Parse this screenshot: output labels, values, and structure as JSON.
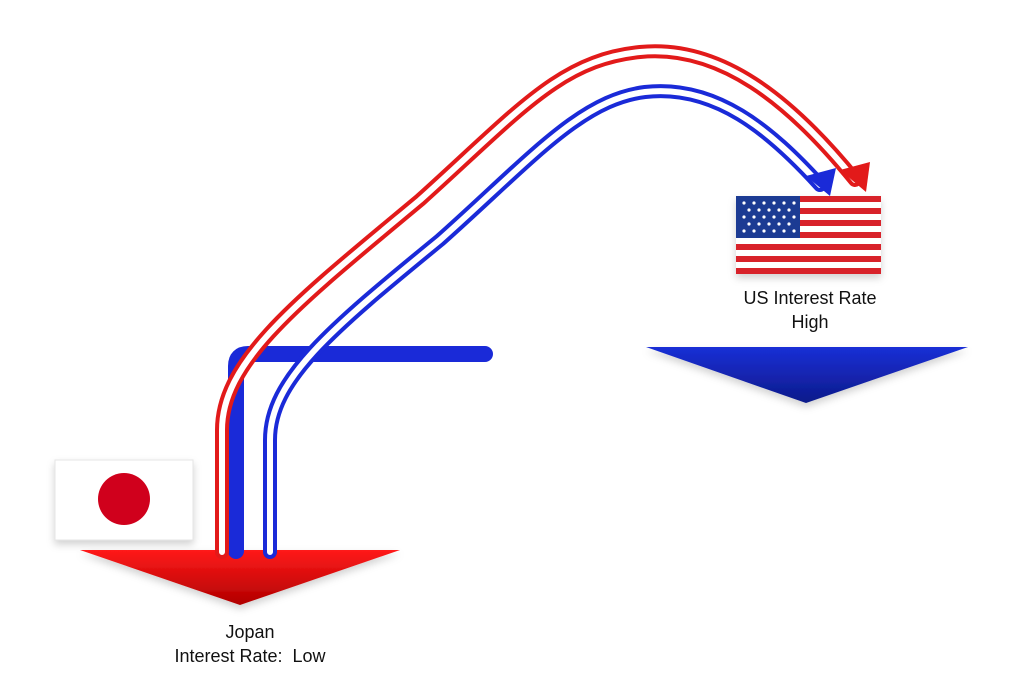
{
  "japan": {
    "country": "Jopan",
    "rate_label": "Interest Rate:",
    "rate_level": "Low",
    "flag_colors": {
      "field": "#ffffff",
      "disc": "#d0021b"
    },
    "platform_color": "#e81010"
  },
  "usa": {
    "rate_label": "US Interest Rate",
    "rate_level": "High",
    "flag_colors": {
      "red": "#d8222a",
      "white": "#ffffff",
      "canton": "#1f3a93"
    },
    "platform_color": "#1a2fd6"
  },
  "flow": {
    "direction": "from Japan to US",
    "colors": {
      "red": "#e21a1a",
      "blue": "#1a2ad8"
    }
  }
}
